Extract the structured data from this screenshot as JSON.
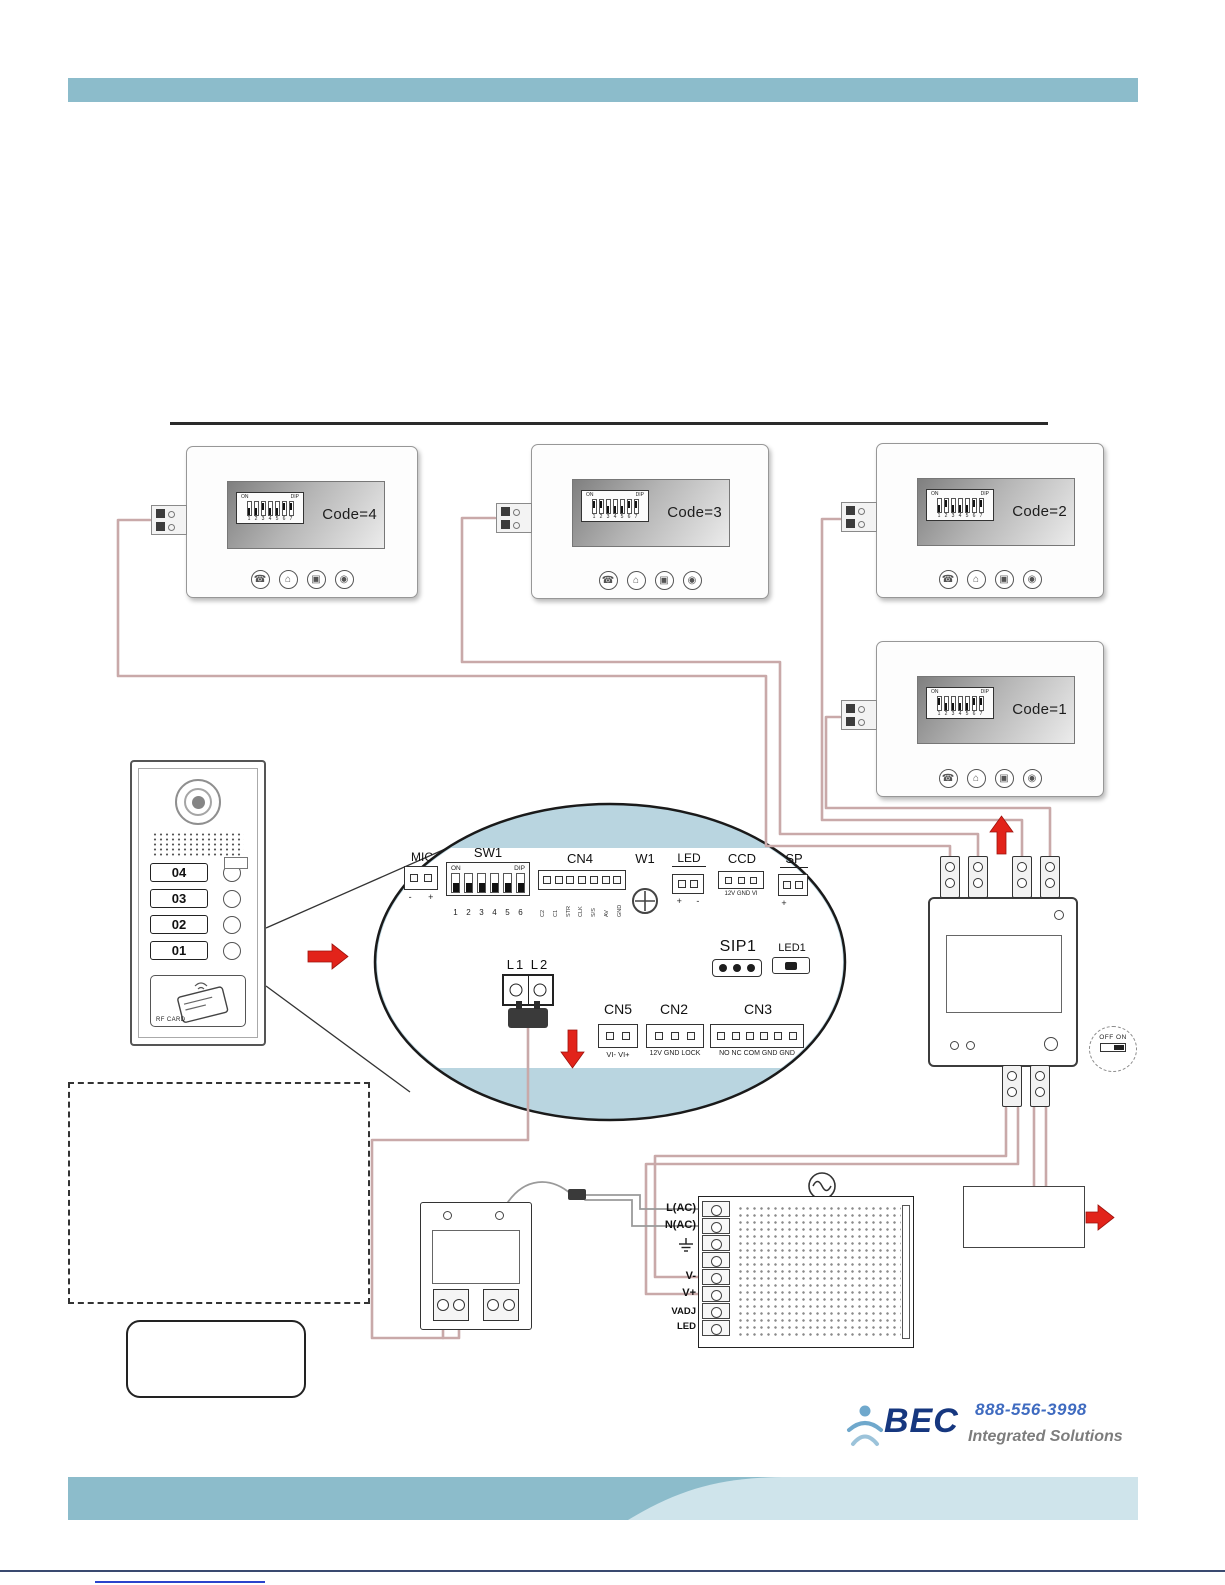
{
  "monitors": [
    {
      "code": "Code=4",
      "on": "ON",
      "dip": "DIP",
      "pattern": [
        0,
        0,
        1,
        0,
        0,
        1,
        1
      ],
      "nums": [
        "1",
        "2",
        "3",
        "4",
        "5",
        "6",
        "7"
      ]
    },
    {
      "code": "Code=3",
      "on": "ON",
      "dip": "DIP",
      "pattern": [
        1,
        1,
        0,
        0,
        0,
        1,
        1
      ],
      "nums": [
        "1",
        "2",
        "3",
        "4",
        "5",
        "6",
        "7"
      ]
    },
    {
      "code": "Code=2",
      "on": "ON",
      "dip": "DIP",
      "pattern": [
        0,
        1,
        0,
        0,
        0,
        1,
        1
      ],
      "nums": [
        "1",
        "2",
        "3",
        "4",
        "5",
        "6",
        "7"
      ]
    },
    {
      "code": "Code=1",
      "on": "ON",
      "dip": "DIP",
      "pattern": [
        1,
        0,
        0,
        0,
        0,
        1,
        1
      ],
      "nums": [
        "1",
        "2",
        "3",
        "4",
        "5",
        "6",
        "7"
      ]
    }
  ],
  "monitor_buttons": [
    {
      "name": "talk-icon",
      "glyph": "☎"
    },
    {
      "name": "unlock-icon",
      "glyph": "⌂"
    },
    {
      "name": "monitor-icon",
      "glyph": "▣"
    },
    {
      "name": "adjust-icon",
      "glyph": "◉"
    }
  ],
  "door": {
    "buttons": [
      "04",
      "03",
      "02",
      "01"
    ],
    "rf_label": "RF CARD"
  },
  "pcb": {
    "mic": {
      "label": "MIC",
      "pins": "- +"
    },
    "sw1": {
      "label": "SW1",
      "on": "ON",
      "dip": "DIP",
      "pattern": [
        0,
        0,
        0,
        0,
        0,
        0
      ],
      "nums": [
        "1",
        "2",
        "3",
        "4",
        "5",
        "6"
      ]
    },
    "cn4": {
      "label": "CN4",
      "pins": [
        "C2",
        "C1",
        "STR",
        "CLK",
        "S/S",
        "AV",
        "GND"
      ]
    },
    "w1": {
      "label": "W1"
    },
    "led": {
      "label": "LED",
      "pins": "+ -"
    },
    "ccd": {
      "label": "CCD",
      "pins": "12V GND VI"
    },
    "sp": {
      "label": "SP",
      "pins": "+"
    },
    "sip1": {
      "label": "SIP1"
    },
    "led1": {
      "label": "LED1"
    },
    "l1l2": {
      "label": "L1 L2"
    },
    "cn5": {
      "label": "CN5",
      "pins": "VI- VI+"
    },
    "cn2": {
      "label": "CN2",
      "pins": "12V GND LOCK"
    },
    "cn3": {
      "label": "CN3",
      "pins": "NO NC COM GND GND"
    }
  },
  "distributor": {
    "switch_label": "OFF ON"
  },
  "psu": {
    "labels": [
      "L(AC)",
      "N(AC)",
      "V-",
      "V+",
      "VADJ",
      "LED"
    ]
  },
  "brand": {
    "phone": "888-556-3998",
    "name": "BEC",
    "tagline": "Integrated Solutions"
  },
  "colors": {
    "accent_red": "#e2231a",
    "wire_pink": "#c9a9a9",
    "band_teal": "#8cbccb",
    "ellipse_blue": "#b9d5e0"
  }
}
